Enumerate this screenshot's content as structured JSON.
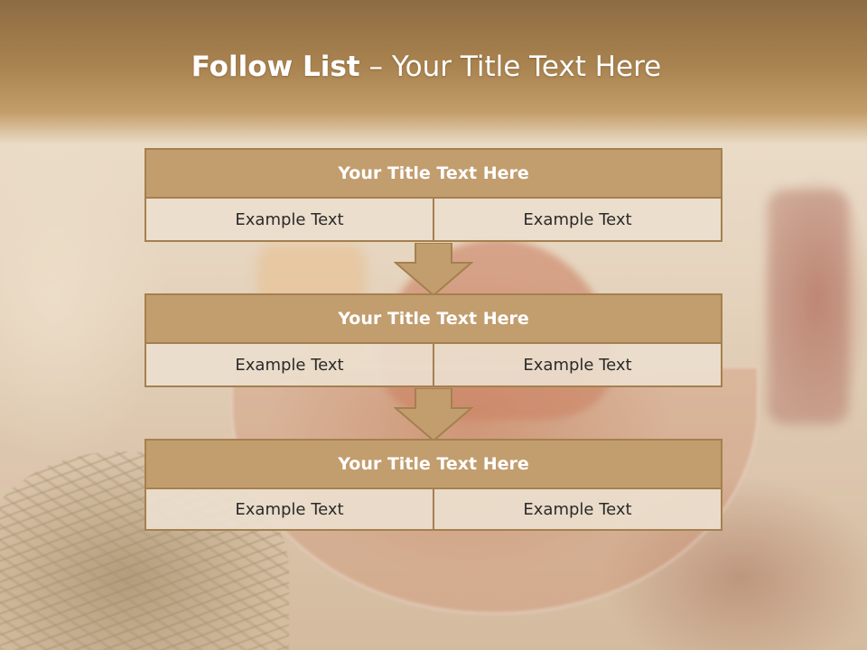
{
  "slide": {
    "title_bold": "Follow List",
    "title_rest": " – Your Title Text Here"
  },
  "steps": [
    {
      "title": "Your Title Text Here",
      "left": "Example Text",
      "right": "Example Text"
    },
    {
      "title": "Your Title Text Here",
      "left": "Example Text",
      "right": "Example Text"
    },
    {
      "title": "Your Title Text Here",
      "left": "Example Text",
      "right": "Example Text"
    }
  ],
  "colors": {
    "header_fill": "#c29d6e",
    "border": "#a5804f",
    "cell_fill": "#ecdece",
    "title_text": "#ffffff"
  },
  "icons": [
    "down-arrow-icon",
    "down-arrow-icon"
  ]
}
